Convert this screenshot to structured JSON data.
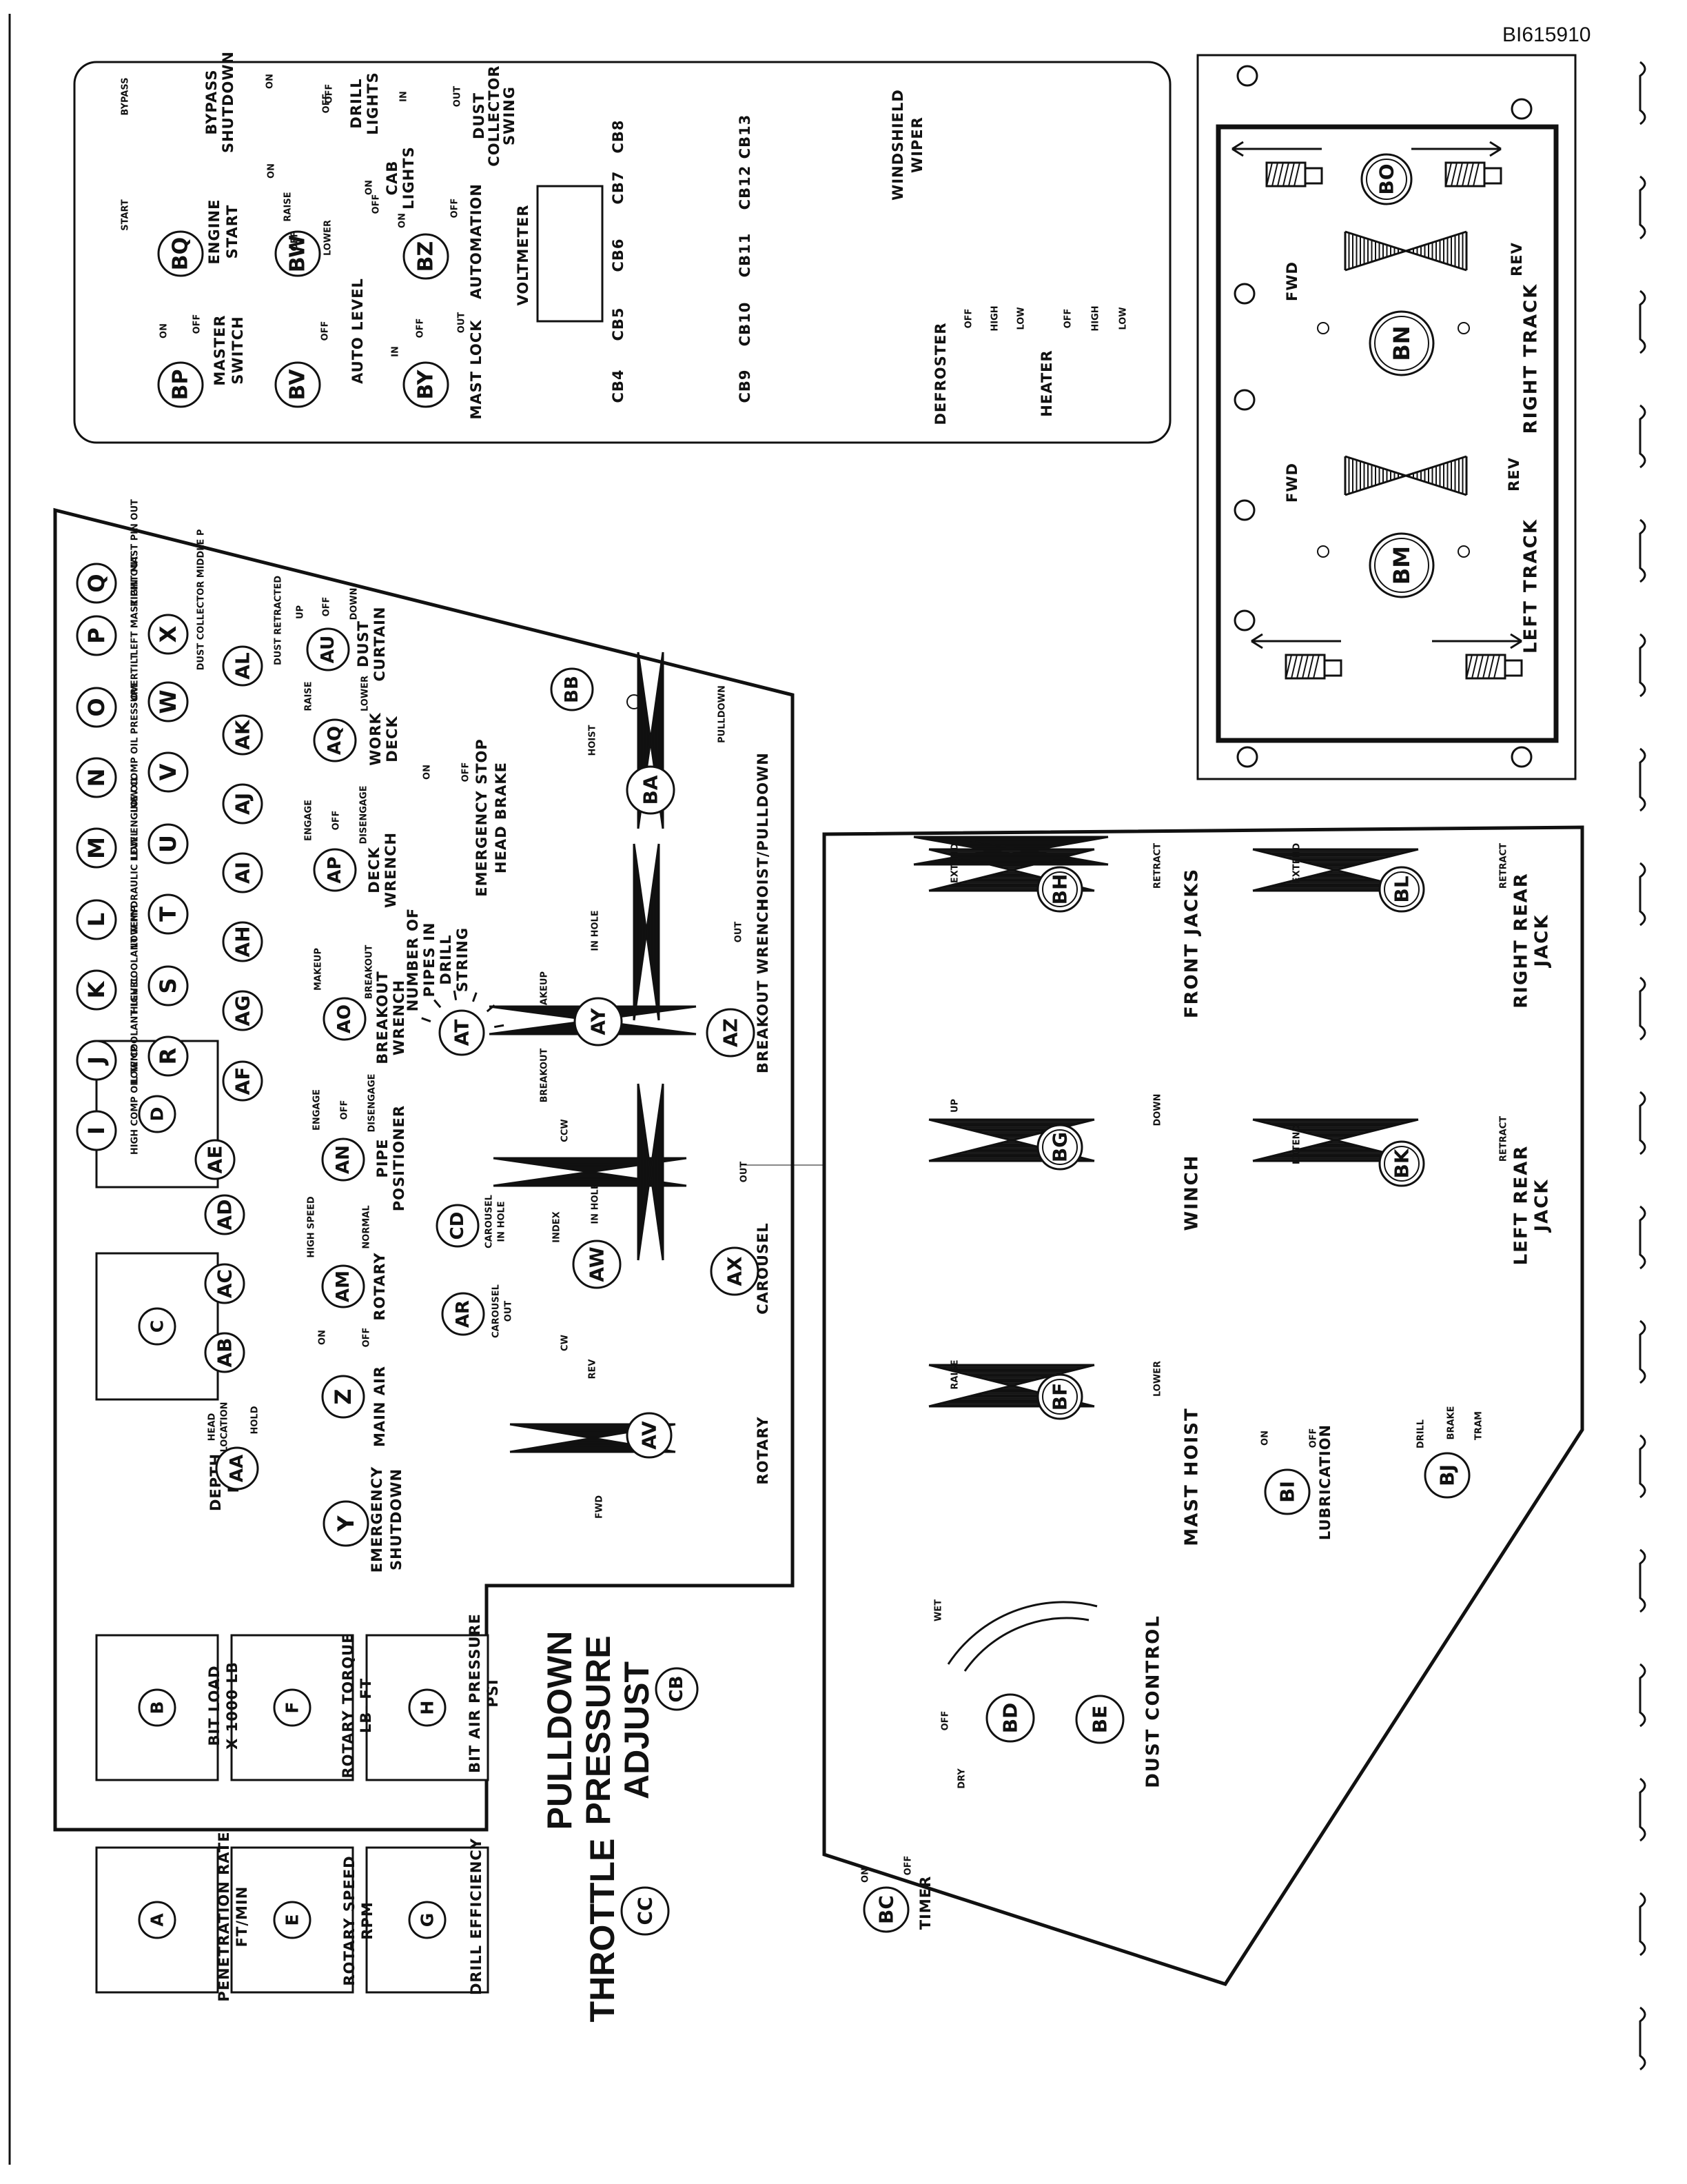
{
  "doc_id": "BI615910",
  "top_panel": {
    "switches": [
      {
        "id": "BP",
        "labels": [
          "MASTER",
          "SWITCH"
        ],
        "positions": [
          "ON",
          "OFF"
        ]
      },
      {
        "id": "BQ",
        "labels": [
          "ENGINE",
          "START"
        ],
        "positions": [
          "START"
        ]
      },
      {
        "id": "BV",
        "labels": [
          "AUTO LEVEL"
        ],
        "positions": [
          "OFF"
        ]
      },
      {
        "id": "BW",
        "labels": [
          "CAB",
          "LIGHTS"
        ],
        "positions": [
          "RAISE",
          "OFF",
          "LOWER"
        ]
      },
      {
        "id": "BY",
        "labels": [
          "MAST LOCK"
        ],
        "positions": [
          "IN",
          "OFF",
          "OUT"
        ]
      },
      {
        "id": "BZ",
        "labels": [
          "AUTOMATION"
        ],
        "positions": [
          "ON",
          "OFF"
        ]
      }
    ],
    "labels": {
      "bypass": "BYPASS",
      "bypass_shutdown": [
        "BYPASS",
        "SHUTDOWN"
      ],
      "drill_lights": [
        "DRILL",
        "LIGHTS"
      ],
      "dust_collector": [
        "DUST",
        "COLLECTOR",
        "SWING"
      ],
      "voltmeter": "VOLTMETER",
      "windshield": [
        "WINDSHIELD",
        "WIPER"
      ],
      "defroster": "DEFROSTER",
      "heater": "HEATER",
      "on": "ON",
      "off": "OFF",
      "in": "IN",
      "out": "OUT",
      "high": "HIGH",
      "low": "LOW",
      "raise": "RAISE",
      "lower": "LOWER"
    },
    "breakers_row1": [
      "CB4",
      "CB5",
      "CB6",
      "CB7",
      "CB8"
    ],
    "breakers_row2": [
      "CB9",
      "CB10",
      "CB11",
      "CB12",
      "CB13"
    ]
  },
  "track_panel": {
    "levers": [
      {
        "id": "BN",
        "name": "RIGHT TRACK",
        "fwd": "FWD",
        "rev": "REV"
      },
      {
        "id": "BM",
        "name": "LEFT TRACK",
        "fwd": "FWD",
        "rev": "REV"
      }
    ],
    "indicator": "BO"
  },
  "main_panel": {
    "gauges": [
      {
        "id": "A",
        "label": [
          "PENETRATION RATE",
          "FT/MIN"
        ]
      },
      {
        "id": "B",
        "label": [
          "BIT LOAD",
          "X 1000 LB"
        ]
      },
      {
        "id": "C",
        "label": [
          "DEPTH",
          "FT"
        ]
      },
      {
        "id": "D",
        "label": []
      },
      {
        "id": "E",
        "label": [
          "ROTARY SPEED",
          "RPM"
        ]
      },
      {
        "id": "F",
        "label": [
          "ROTARY TORQUE",
          "LB- FT"
        ]
      },
      {
        "id": "G",
        "label": [
          "DRILL EFFICIENCY"
        ]
      },
      {
        "id": "H",
        "label": [
          "BIT AIR PRESSURE",
          "PSI"
        ]
      }
    ],
    "lamps_row": [
      "I",
      "J",
      "K",
      "L",
      "M",
      "N",
      "O",
      "P",
      "Q"
    ],
    "lamps_row2": [
      "R",
      "S",
      "T",
      "U",
      "V",
      "W",
      "X"
    ],
    "lamps_row3": [
      "AB",
      "AC",
      "AD",
      "AE",
      "AF",
      "AG",
      "AH",
      "AI",
      "AJ",
      "AK",
      "AL"
    ],
    "lamp_labels": {
      "I": "HIGH COMP OIL TEMP",
      "J": "LOW COOLANT LEVEL",
      "K": "HIGH COOLANT TEMP",
      "L": "LOW HYDRAULIC LEVEL",
      "M": "LOW ENGINE OIL",
      "N": "LOW COMP OIL PRESSURE",
      "O": "OVERTILT",
      "P": "LEFT MAST PIN OUT",
      "Q": "RIGHT MAST PIN OUT",
      "X": "DUST COLLECTOR MIDDLE P",
      "AL": "DUST RETRACTED"
    },
    "controls": [
      {
        "id": "Z",
        "label": "MAIN AIR",
        "positions": [
          "ON",
          "OFF"
        ]
      },
      {
        "id": "Y",
        "label": [
          "EMERGENCY",
          "SHUTDOWN"
        ]
      },
      {
        "id": "AA",
        "label": [
          "HEAD",
          "LOCATION"
        ],
        "positions": [
          "HOLD"
        ]
      },
      {
        "id": "AM",
        "label": "ROTARY",
        "positions": [
          "HIGH SPEED",
          "NORMAL"
        ]
      },
      {
        "id": "AN",
        "label": [
          "PIPE",
          "POSITIONER"
        ],
        "positions": [
          "ENGAGE",
          "OFF",
          "DISENGAGE"
        ]
      },
      {
        "id": "AO",
        "label": [
          "BREAKOUT",
          "WRENCH"
        ],
        "positions": [
          "MAKEUP",
          "BREAKOUT"
        ]
      },
      {
        "id": "AP",
        "label": [
          "DECK",
          "WRENCH"
        ],
        "positions": [
          "ENGAGE",
          "OFF",
          "DISENGAGE"
        ]
      },
      {
        "id": "AQ",
        "label": [
          "WORK",
          "DECK"
        ],
        "positions": [
          "RAISE",
          "LOWER"
        ]
      },
      {
        "id": "AU",
        "label": [
          "DUST",
          "CURTAIN"
        ],
        "positions": [
          "UP",
          "OFF",
          "DOWN"
        ]
      },
      {
        "id": "AT",
        "label": [
          "NUMBER OF",
          "PIPES IN",
          "DRILL",
          "STRING"
        ]
      },
      {
        "id": "AR",
        "label": [
          "CAROUSEL",
          "OUT"
        ]
      },
      {
        "id": "CD",
        "label": [
          "CAROUSEL",
          "IN HOLE"
        ]
      },
      {
        "id": "BB",
        "label": []
      }
    ],
    "levers": [
      {
        "id": "AV",
        "name": "ROTARY",
        "pos": [
          "REV",
          "FWD"
        ]
      },
      {
        "id": "AW",
        "name": "",
        "pos": [
          "INDEX",
          "CCW",
          "CW"
        ]
      },
      {
        "id": "AX",
        "name": "CAROUSEL",
        "pos": [
          "IN HOLE",
          "OUT"
        ]
      },
      {
        "id": "AY",
        "name": "",
        "pos": [
          "MAKEUP",
          "BREAKOUT"
        ]
      },
      {
        "id": "AZ",
        "name": "BREAKOUT WRENCH",
        "pos": [
          "IN HOLE",
          "OUT"
        ]
      },
      {
        "id": "BA",
        "name": "HOIST/PULLDOWN",
        "pos": [
          "HOIST",
          "PULLDOWN"
        ]
      }
    ],
    "emergency": [
      "EMERGENCY STOP",
      "HEAD BRAKE"
    ],
    "emergency_pos": [
      "ON",
      "OFF"
    ]
  },
  "right_panel": {
    "levers": [
      {
        "id": "BF",
        "name": "MAST HOIST",
        "pos": [
          "RAISE",
          "LOWER"
        ]
      },
      {
        "id": "BG",
        "name": "WINCH",
        "pos": [
          "UP",
          "DOWN"
        ]
      },
      {
        "id": "BH",
        "name": "FRONT JACKS",
        "pos": [
          "EXTEND",
          "RETRACT"
        ]
      },
      {
        "id": "BK",
        "name": [
          "LEFT REAR",
          "JACK"
        ],
        "pos": [
          "EXTEND",
          "RETRACT"
        ]
      },
      {
        "id": "BL",
        "name": [
          "RIGHT REAR",
          "JACK"
        ],
        "pos": [
          "EXTEND",
          "RETRACT"
        ]
      }
    ],
    "BI": {
      "label": "LUBRICATION",
      "pos": [
        "ON",
        "OFF"
      ]
    },
    "BJ": {
      "pos": [
        "DRILL",
        "BRAKE",
        "TRAM"
      ]
    },
    "BD": {
      "pos": [
        "OFF",
        "WET",
        "DRY"
      ]
    },
    "BE": {},
    "dust_control": "DUST CONTROL",
    "BC": {
      "label": "TIMER",
      "pos": [
        "ON",
        "OFF"
      ]
    }
  },
  "free": {
    "pulldown": [
      "PULLDOWN",
      "PRESSURE",
      "ADJUST"
    ],
    "pulldown_id": "CB",
    "throttle": "THROTTLE",
    "throttle_id": "CC"
  }
}
